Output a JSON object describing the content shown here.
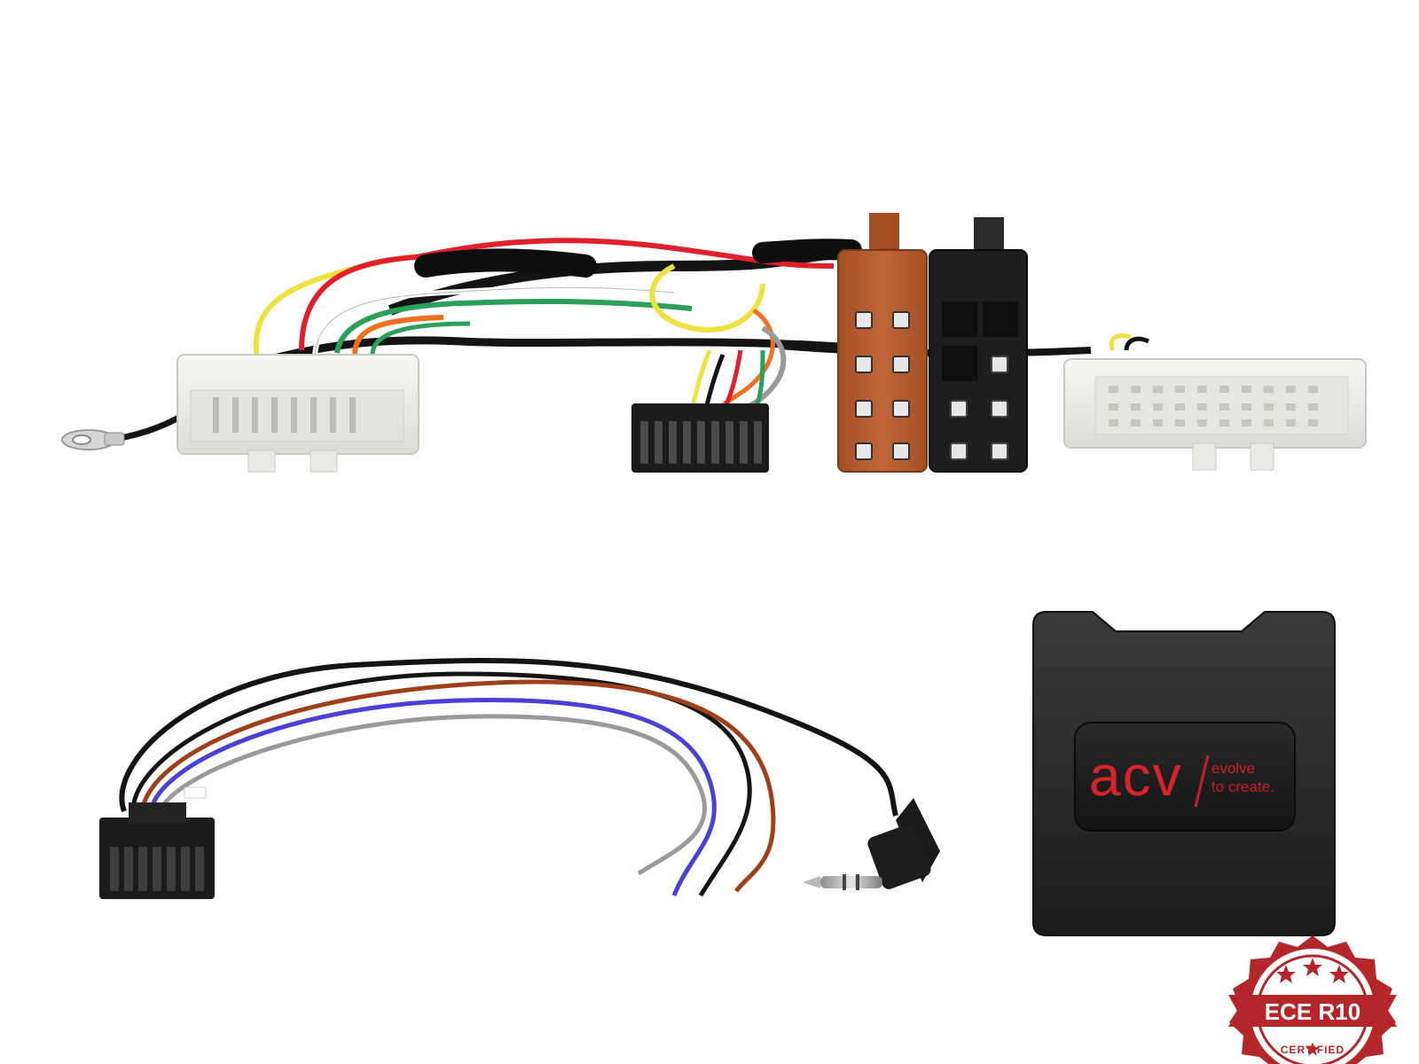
{
  "module": {
    "logo_text": "acv",
    "slogan_line1": "evolve",
    "slogan_line2": "to create.",
    "logo_color": "#d8232a",
    "slogan_color": "#c81e25"
  },
  "badge": {
    "main_text": "ECE R10",
    "sub_text": "CERTIFIED",
    "color": "#b5262b"
  },
  "colors": {
    "iso_brown": "#b35a2e",
    "iso_black": "#1e1e1e",
    "plug_white": "#f1f1ee",
    "wire_red": "#e0202a",
    "wire_yellow": "#f0e040",
    "wire_green": "#2aa05a",
    "wire_orange": "#f07020",
    "wire_gray": "#9a9a9a",
    "wire_blue": "#4a3fd6",
    "wire_brown": "#a0401a"
  },
  "icons": [
    "iso-connector-icon",
    "harness-plug-icon",
    "audio-jack-icon",
    "certification-badge-icon"
  ]
}
